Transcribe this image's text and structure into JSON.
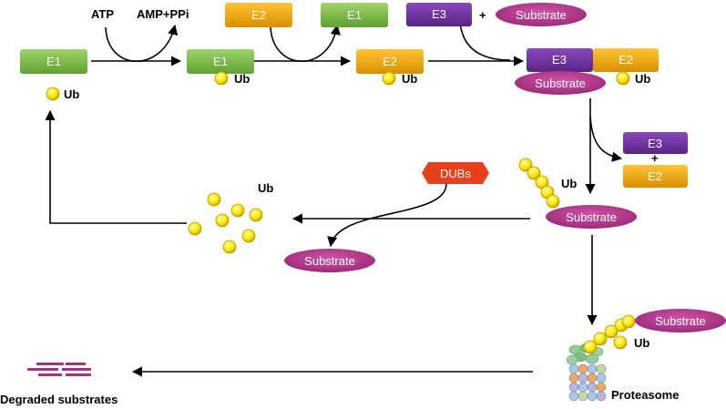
{
  "colors": {
    "e1": "#7cc04a",
    "e2": "#f0a800",
    "e3": "#7030a0",
    "substrate": "#b8378f",
    "dubs": "#e8401a",
    "ub": "#ffe800",
    "arrow": "#000000"
  },
  "cofactors": {
    "atp": "ATP",
    "amp_ppi": "AMP+PPi"
  },
  "enzymes": {
    "e1": "E1",
    "e2": "E2",
    "e3": "E3"
  },
  "labels": {
    "ub": "Ub",
    "substrate": "Substrate",
    "plus": "+",
    "dubs": "DUBs",
    "proteasome": "Proteasome",
    "degraded": "Degraded substrates"
  }
}
